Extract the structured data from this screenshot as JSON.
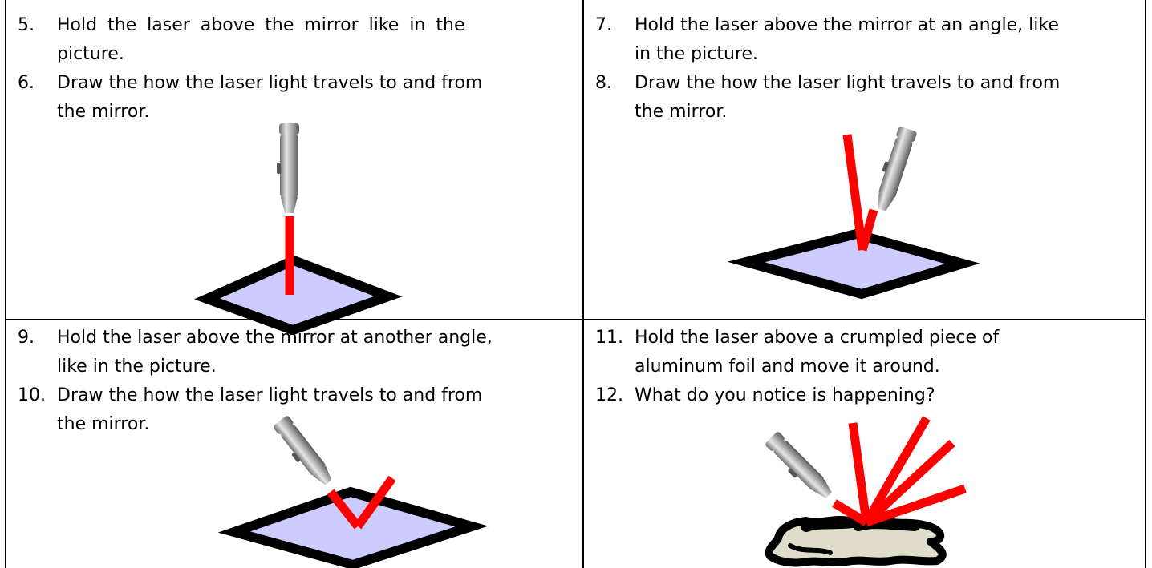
{
  "cells": [
    {
      "id": "top-left",
      "items": [
        {
          "number": "5.",
          "line1": "Hold the laser above the mirror like in the",
          "line2": "picture."
        },
        {
          "number": "6.",
          "line1": "Draw the how the laser light travels to and from",
          "line2": "the mirror."
        }
      ]
    },
    {
      "id": "top-right",
      "items": [
        {
          "number": "7.",
          "line1": "Hold the laser above the mirror at an angle, like",
          "line2": "in the picture."
        },
        {
          "number": "8.",
          "line1": "Draw the how the laser light travels to and from",
          "line2": "the mirror."
        }
      ]
    },
    {
      "id": "bottom-left",
      "items": [
        {
          "number": "9.",
          "line1": "Hold the laser above the mirror at another angle,",
          "line2": "like in the picture."
        },
        {
          "number": "10.",
          "line1": "Draw the how the laser light travels to and from",
          "line2": "the mirror."
        }
      ]
    },
    {
      "id": "bottom-right",
      "items": [
        {
          "number": "11.",
          "line1": "Hold the laser above a crumpled piece of",
          "line2": "aluminum foil and move it around."
        },
        {
          "number": "12.",
          "line1": "What do you notice is happening?",
          "line2": ""
        }
      ]
    }
  ],
  "colors": {
    "beam": "#ff0000",
    "mirror_fill": "#ccccff",
    "foil_fill": "#e0dccb",
    "laser_body": "#a8a8a8"
  },
  "icons": [
    "laser-pointer-icon",
    "mirror-icon",
    "crumpled-foil-icon"
  ]
}
